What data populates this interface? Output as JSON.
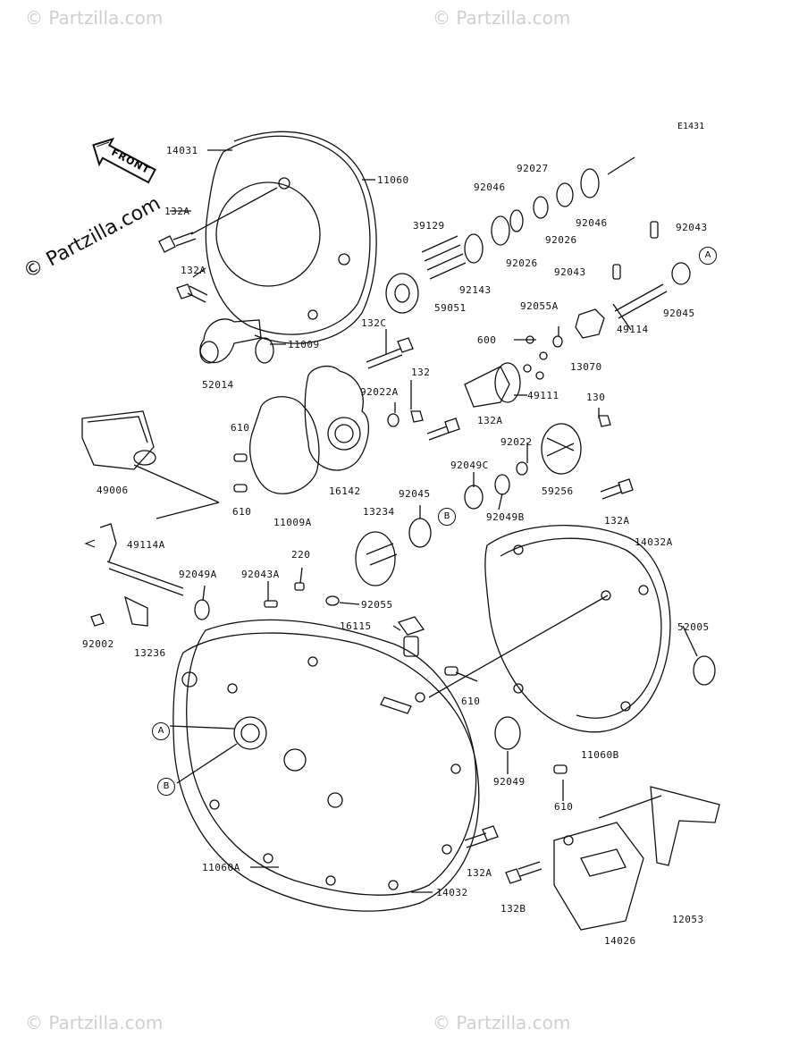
{
  "diagram_code": "E1431",
  "front_label": "FRONT",
  "watermark_main": "© Partzilla.com",
  "watermark_faint": "© Partzilla.com",
  "refs": {
    "a": "A",
    "b": "B"
  },
  "parts": {
    "p14031": "14031",
    "p11060": "11060",
    "p132a_1": "132A",
    "p132a_2": "132A",
    "p52014": "52014",
    "p11009": "11009",
    "p132c": "132C",
    "p132": "132",
    "p92022a": "92022A",
    "p132a_3": "132A",
    "p610_1": "610",
    "p610_2": "610",
    "p11009a": "11009A",
    "p16142": "16142",
    "p49006": "49006",
    "p39129": "39129",
    "p92046_1": "92046",
    "p92027": "92027",
    "p92046_2": "92046",
    "p92026_1": "92026",
    "p92026_2": "92026",
    "p92143": "92143",
    "p59051": "59051",
    "p92043_1": "92043",
    "p92043_2": "92043",
    "p92045_1": "92045",
    "p49114": "49114",
    "p92055a": "92055A",
    "p600": "600",
    "p13070": "13070",
    "p49111": "49111",
    "p130": "130",
    "p92022": "92022",
    "p59256": "59256",
    "p92049c": "92049C",
    "p92045_2": "92045",
    "p92049b": "92049B",
    "p13234": "13234",
    "p132a_4": "132A",
    "p14032a": "14032A",
    "p49114a": "49114A",
    "p92049a": "92049A",
    "p92043a": "92043A",
    "p220": "220",
    "p92055": "92055",
    "p92002": "92002",
    "p13236": "13236",
    "p16115": "16115",
    "p52005": "52005",
    "p610_3": "610",
    "p92049": "92049",
    "p11060b": "11060B",
    "p610_4": "610",
    "p11060a": "11060A",
    "p132a_5": "132A",
    "p132b": "132B",
    "p14032": "14032",
    "p14026": "14026",
    "p12053": "12053"
  }
}
